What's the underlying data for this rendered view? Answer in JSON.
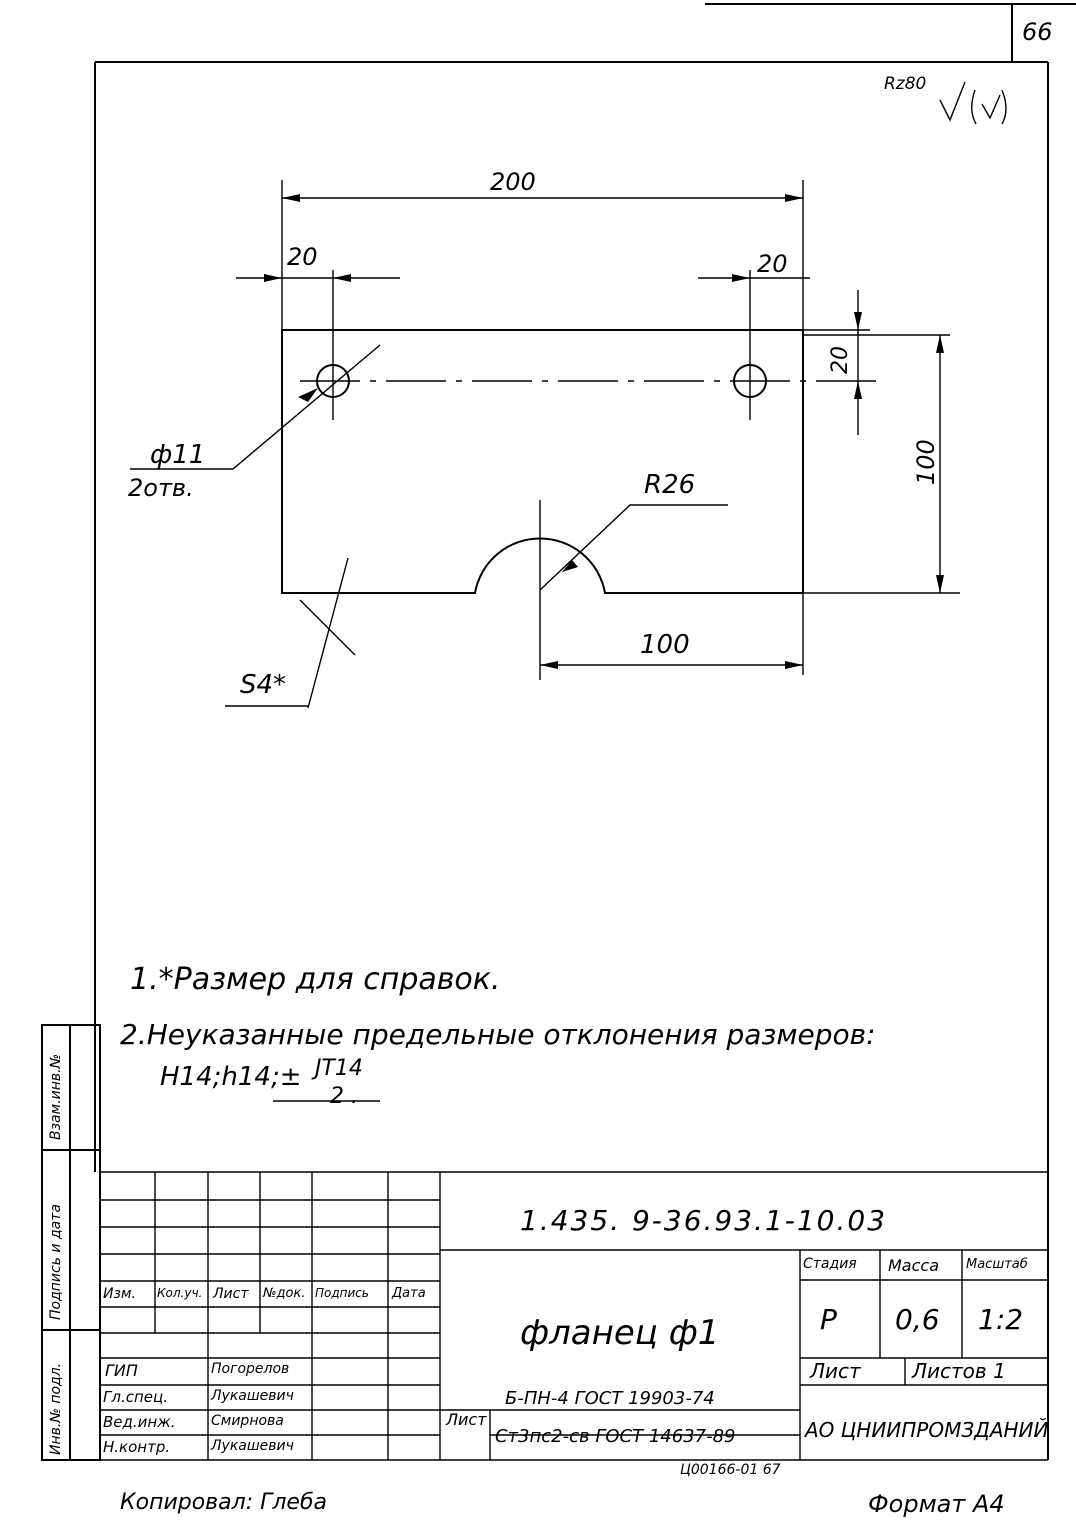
{
  "sheet_number": "66",
  "roughness": "Rz80",
  "dimensions": {
    "overall_width": "200",
    "left_hole_offset": "20",
    "right_hole_offset": "20",
    "hole_row_offset": "20",
    "overall_height": "100",
    "notch_position": "100",
    "hole_callout": "ф11",
    "hole_count": "2отв.",
    "notch_radius": "R26",
    "thickness": "S4*"
  },
  "notes": {
    "note1": "1.*Размер для справок.",
    "note2": "2.Неуказанные предельные отклонения размеров:",
    "note2_formula": "H14;h14;±",
    "tolerance_numerator": "JT14",
    "tolerance_denominator": "2 ."
  },
  "title_block": {
    "doc_code": "1.435. 9-36.93.1-10.03",
    "part_name": "фланец ф1",
    "stage_label": "Стадия",
    "mass_label": "Масса",
    "scale_label": "Масштаб",
    "stage": "Р",
    "mass": "0,6",
    "scale": "1:2",
    "sheet_label": "Лист",
    "sheets_label": "Листов 1",
    "material_prefix": "Лист",
    "material_line1": "Б-ПН-4 ГОСТ 19903-74",
    "material_line2": "Ст3пс2-св ГОСТ 14637-89",
    "organization": "АО ЦНИИПРОМЗДАНИЙ",
    "columns": [
      "Изм.",
      "Кол.уч.",
      "Лист",
      "№док.",
      "Подпись",
      "Дата"
    ],
    "roles": [
      "ГИП",
      "Гл.спец.",
      "Вед.инж.",
      "Н.контр."
    ],
    "names": [
      "Погорелов",
      "Лукашевич",
      "Смирнова",
      "Лукашевич"
    ],
    "side_labels": [
      "Инв.№ подл.",
      "Подпись и дата",
      "Взам.инв.№"
    ]
  },
  "footer": {
    "copied_by": "Копировал: Глеба",
    "format": "Формат А4",
    "archive_number": "Ц00166-01   67"
  }
}
